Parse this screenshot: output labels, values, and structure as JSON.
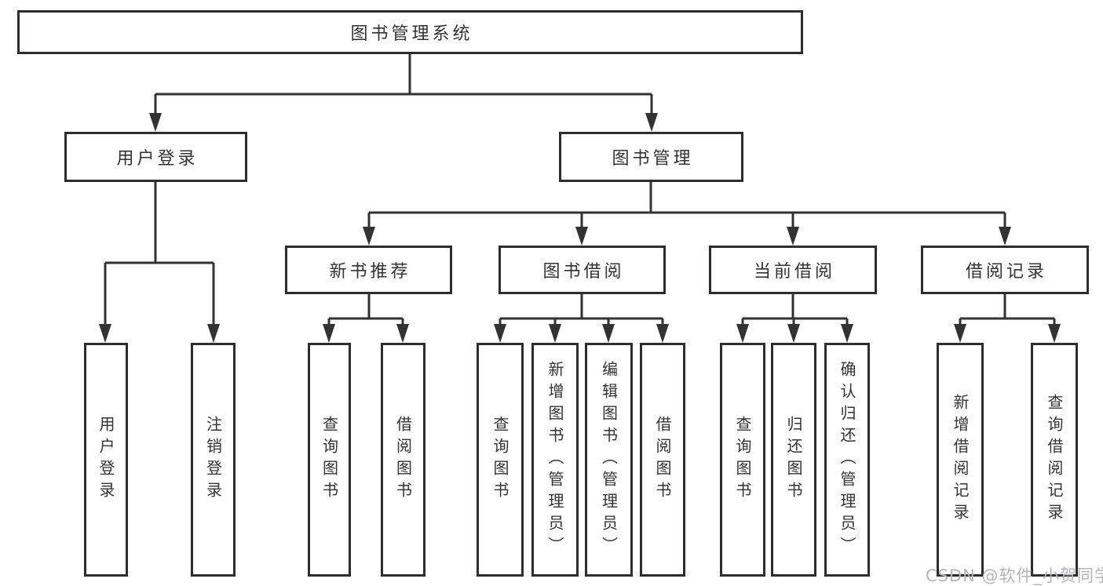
{
  "diagram_type": "hierarchy-tree",
  "colors": {
    "background": "#ffffff",
    "line": "#333333",
    "box_border": "#2d2d2d",
    "box_fill": "#ffffff",
    "text": "#333333",
    "watermark": "#b3b5b8"
  },
  "watermark": {
    "text": "CSDN @软件_小贺同学"
  },
  "tree": {
    "label": "图书管理系统",
    "children": [
      {
        "label": "用户登录",
        "children": [
          {
            "label": "用户登录"
          },
          {
            "label": "注销登录"
          }
        ]
      },
      {
        "label": "图书管理",
        "children": [
          {
            "label": "新书推荐",
            "children": [
              {
                "label": "查询图书"
              },
              {
                "label": "借阅图书"
              }
            ]
          },
          {
            "label": "图书借阅",
            "children": [
              {
                "label": "查询图书"
              },
              {
                "label": "新增图书（管理员）"
              },
              {
                "label": "编辑图书（管理员）"
              },
              {
                "label": "借阅图书"
              }
            ]
          },
          {
            "label": "当前借阅",
            "children": [
              {
                "label": "查询图书"
              },
              {
                "label": "归还图书"
              },
              {
                "label": "确认归还（管理员）"
              }
            ]
          },
          {
            "label": "借阅记录",
            "children": [
              {
                "label": "新增借阅记录"
              },
              {
                "label": "查询借阅记录"
              }
            ]
          }
        ]
      }
    ]
  }
}
